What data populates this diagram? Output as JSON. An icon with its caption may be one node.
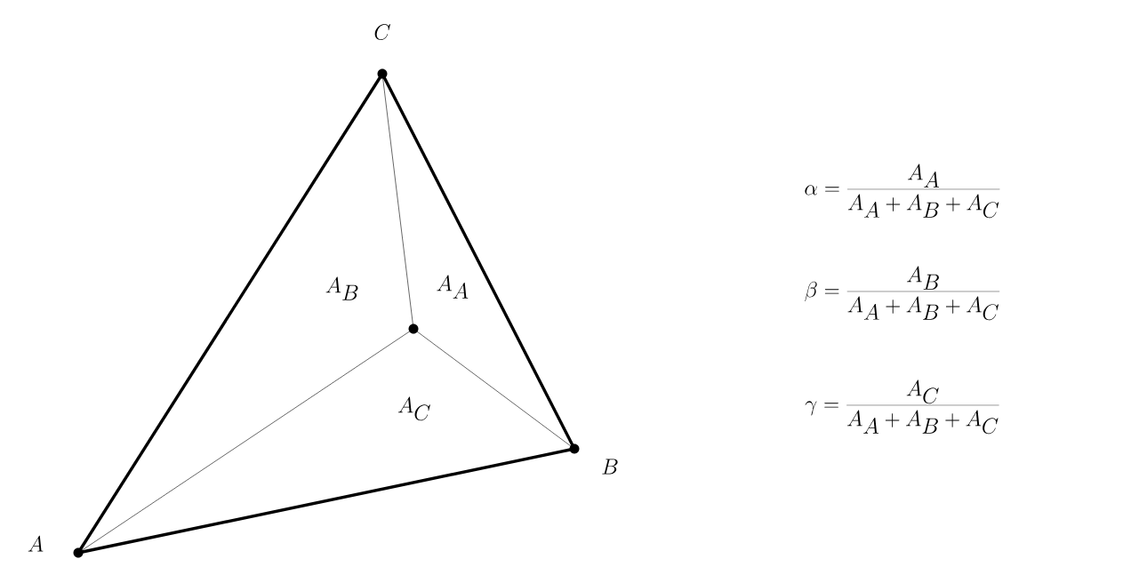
{
  "diagram": {
    "nodes": [
      {
        "text": [],
        "shape": "circle",
        "beside": [
          "A"
        ]
      },
      {
        "text": [],
        "shape": "circle",
        "beside": [
          "B"
        ]
      },
      {
        "text": [],
        "shape": "circle",
        "beside": [
          "C"
        ]
      },
      {
        "text": [],
        "shape": "circle"
      }
    ],
    "edges": [
      {
        "from": 0,
        "to": 1,
        "arrow": "none",
        "style": "thick"
      },
      {
        "from": 1,
        "to": 2,
        "arrow": "none",
        "style": "thick"
      },
      {
        "from": 2,
        "to": 0,
        "arrow": "none",
        "style": "thick"
      },
      {
        "from": 3,
        "to": 2,
        "arrow": "none"
      },
      {
        "from": 3,
        "to": 0,
        "arrow": "none"
      },
      {
        "from": 3,
        "to": 1,
        "arrow": "none"
      }
    ],
    "labels": [
      "A_B",
      "A_A",
      "A_C",
      "\\alpha = \\frac{A_A}{A_A + A_B + A_C}",
      "\\beta = \\frac{A_B}{A_A + A_B + A_C}",
      "\\gamma = \\frac{A_C}{A_A + A_B + A_C}"
    ]
  }
}
